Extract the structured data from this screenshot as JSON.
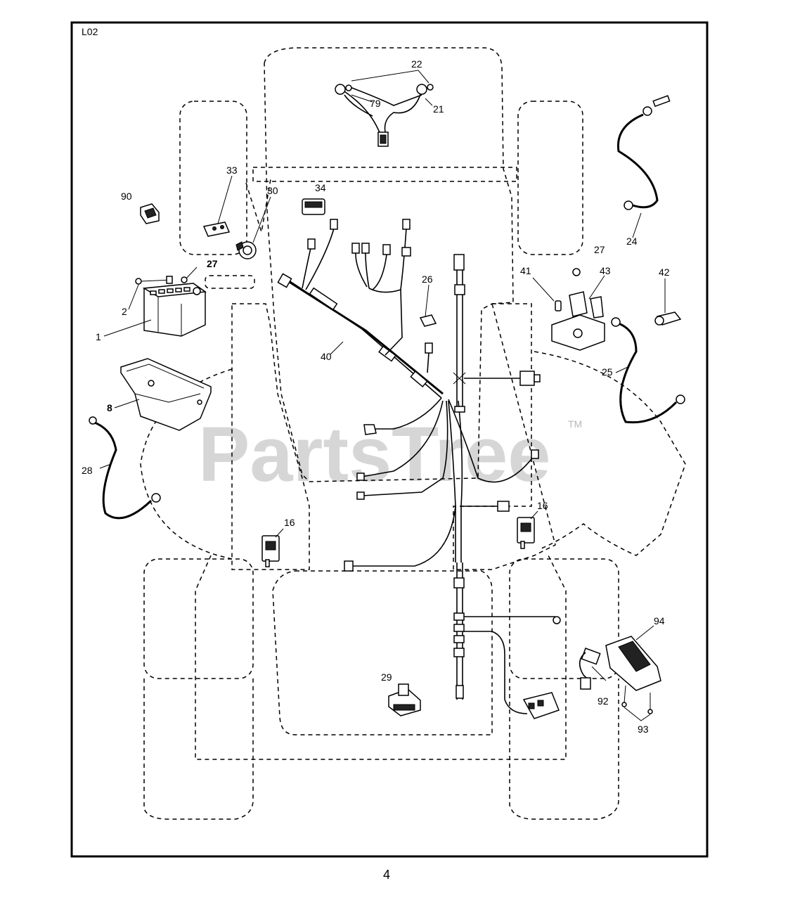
{
  "diagram": {
    "code": "L02",
    "page_number": "4",
    "watermark": "PartsTree",
    "trademark": "TM",
    "labels": {
      "p22": "22",
      "p79": "79",
      "p21": "21",
      "p33": "33",
      "p30": "30",
      "p34": "34",
      "p90": "90",
      "p27": "27",
      "p2": "2",
      "p1": "1",
      "p26": "26",
      "p40": "40",
      "p8": "8",
      "p28": "28",
      "p24": "24",
      "p27b": "27",
      "p41": "41",
      "p43": "43",
      "p42": "42",
      "p25": "25",
      "p16a": "16",
      "p16b": "16",
      "p29": "29",
      "p94": "94",
      "p92": "92",
      "p93": "93"
    }
  }
}
